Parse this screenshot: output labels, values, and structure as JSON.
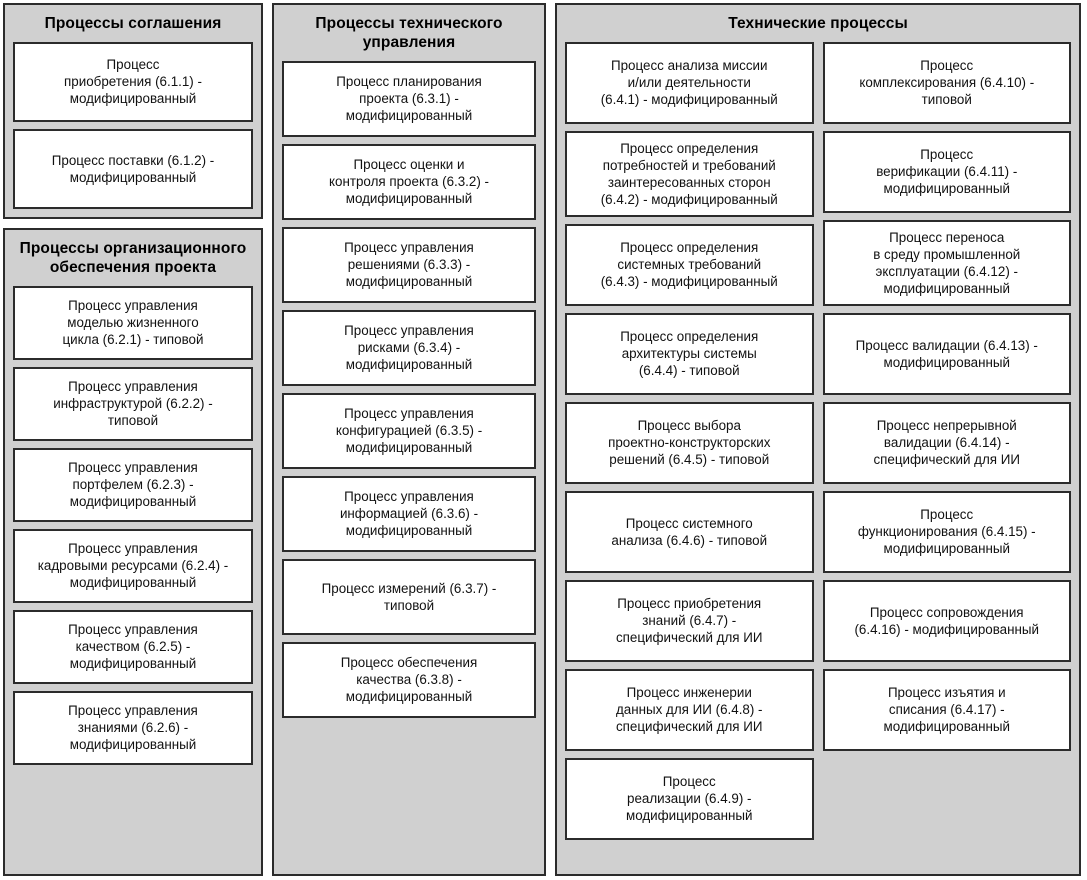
{
  "diagram": {
    "title_hidden": "",
    "colors": {
      "panel_fill": "#d0d0d0",
      "box_fill": "#ffffff",
      "border": "#2b2b2b",
      "text": "#111111"
    }
  },
  "columns": [
    {
      "name": "agreement-and-organizational",
      "panels": [
        {
          "title": "Процессы соглашения",
          "boxes": [
            "Процесс\nприобретения (6.1.1) -\nмодифицированный",
            "Процесс поставки (6.1.2) -\nмодифицированный"
          ]
        },
        {
          "title": "Процессы\nорганизационного\nобеспечения проекта",
          "boxes": [
            "Процесс управления\nмоделью жизненного\nцикла (6.2.1) - типовой",
            "Процесс управления\nинфраструктурой (6.2.2) -\nтиповой",
            "Процесс управления\nпортфелем (6.2.3) -\nмодифицированный",
            "Процесс управления\nкадровыми ресурсами (6.2.4) -\nмодифицированный",
            "Процесс управления\nкачеством (6.2.5) -\nмодифицированный",
            "Процесс управления\nзнаниями (6.2.6) -\nмодифицированный"
          ]
        }
      ]
    },
    {
      "name": "technical-management",
      "panels": [
        {
          "title": "Процессы\nтехнического управления",
          "boxes": [
            "Процесс планирования\nпроекта (6.3.1) -\nмодифицированный",
            "Процесс оценки и\nконтроля проекта (6.3.2) -\nмодифицированный",
            "Процесс управления\nрешениями (6.3.3) -\nмодифицированный",
            "Процесс управления\nрисками (6.3.4) -\nмодифицированный",
            "Процесс управления\nконфигурацией (6.3.5) -\nмодифицированный",
            "Процесс управления\nинформацией (6.3.6) -\nмодифицированный",
            "Процесс измерений (6.3.7) -\nтиповой",
            "Процесс обеспечения\nкачества (6.3.8) -\nмодифицированный"
          ]
        }
      ]
    },
    {
      "name": "technical",
      "panels": [
        {
          "title": "Технические процессы",
          "subcolumns": [
            {
              "name": "technical-left",
              "boxes": [
                "Процесс анализа миссии\nи/или деятельности\n(6.4.1) - модифицированный",
                "Процесс определения\nпотребностей и требований\nзаинтересованных сторон\n(6.4.2) - модифицированный",
                "Процесс определения\nсистемных требований\n(6.4.3) - модифицированный",
                "Процесс определения\nархитектуры системы\n(6.4.4) - типовой",
                "Процесс выбора\nпроектно-конструкторских\nрешений (6.4.5) - типовой",
                "Процесс системного\nанализа (6.4.6) - типовой",
                "Процесс приобретения\nзнаний (6.4.7) -\nспецифический для ИИ",
                "Процесс инженерии\nданных для ИИ (6.4.8) -\nспецифический для ИИ",
                "Процесс\nреализации (6.4.9) -\nмодифицированный"
              ]
            },
            {
              "name": "technical-right",
              "boxes": [
                "Процесс\nкомплексирования (6.4.10) -\nтиповой",
                "Процесс\nверификации (6.4.11) -\nмодифицированный",
                "Процесс переноса\nв среду промышленной\nэксплуатации (6.4.12) -\nмодифицированный",
                "Процесс валидации (6.4.13) -\nмодифицированный",
                "Процесс непрерывной\nвалидации (6.4.14) -\nспецифический для ИИ",
                "Процесс\nфункционирования (6.4.15) -\nмодифицированный",
                "Процесс сопровождения\n(6.4.16) - модифицированный",
                "Процесс изъятия и\nсписания (6.4.17) -\nмодифицированный"
              ]
            }
          ]
        }
      ]
    }
  ]
}
